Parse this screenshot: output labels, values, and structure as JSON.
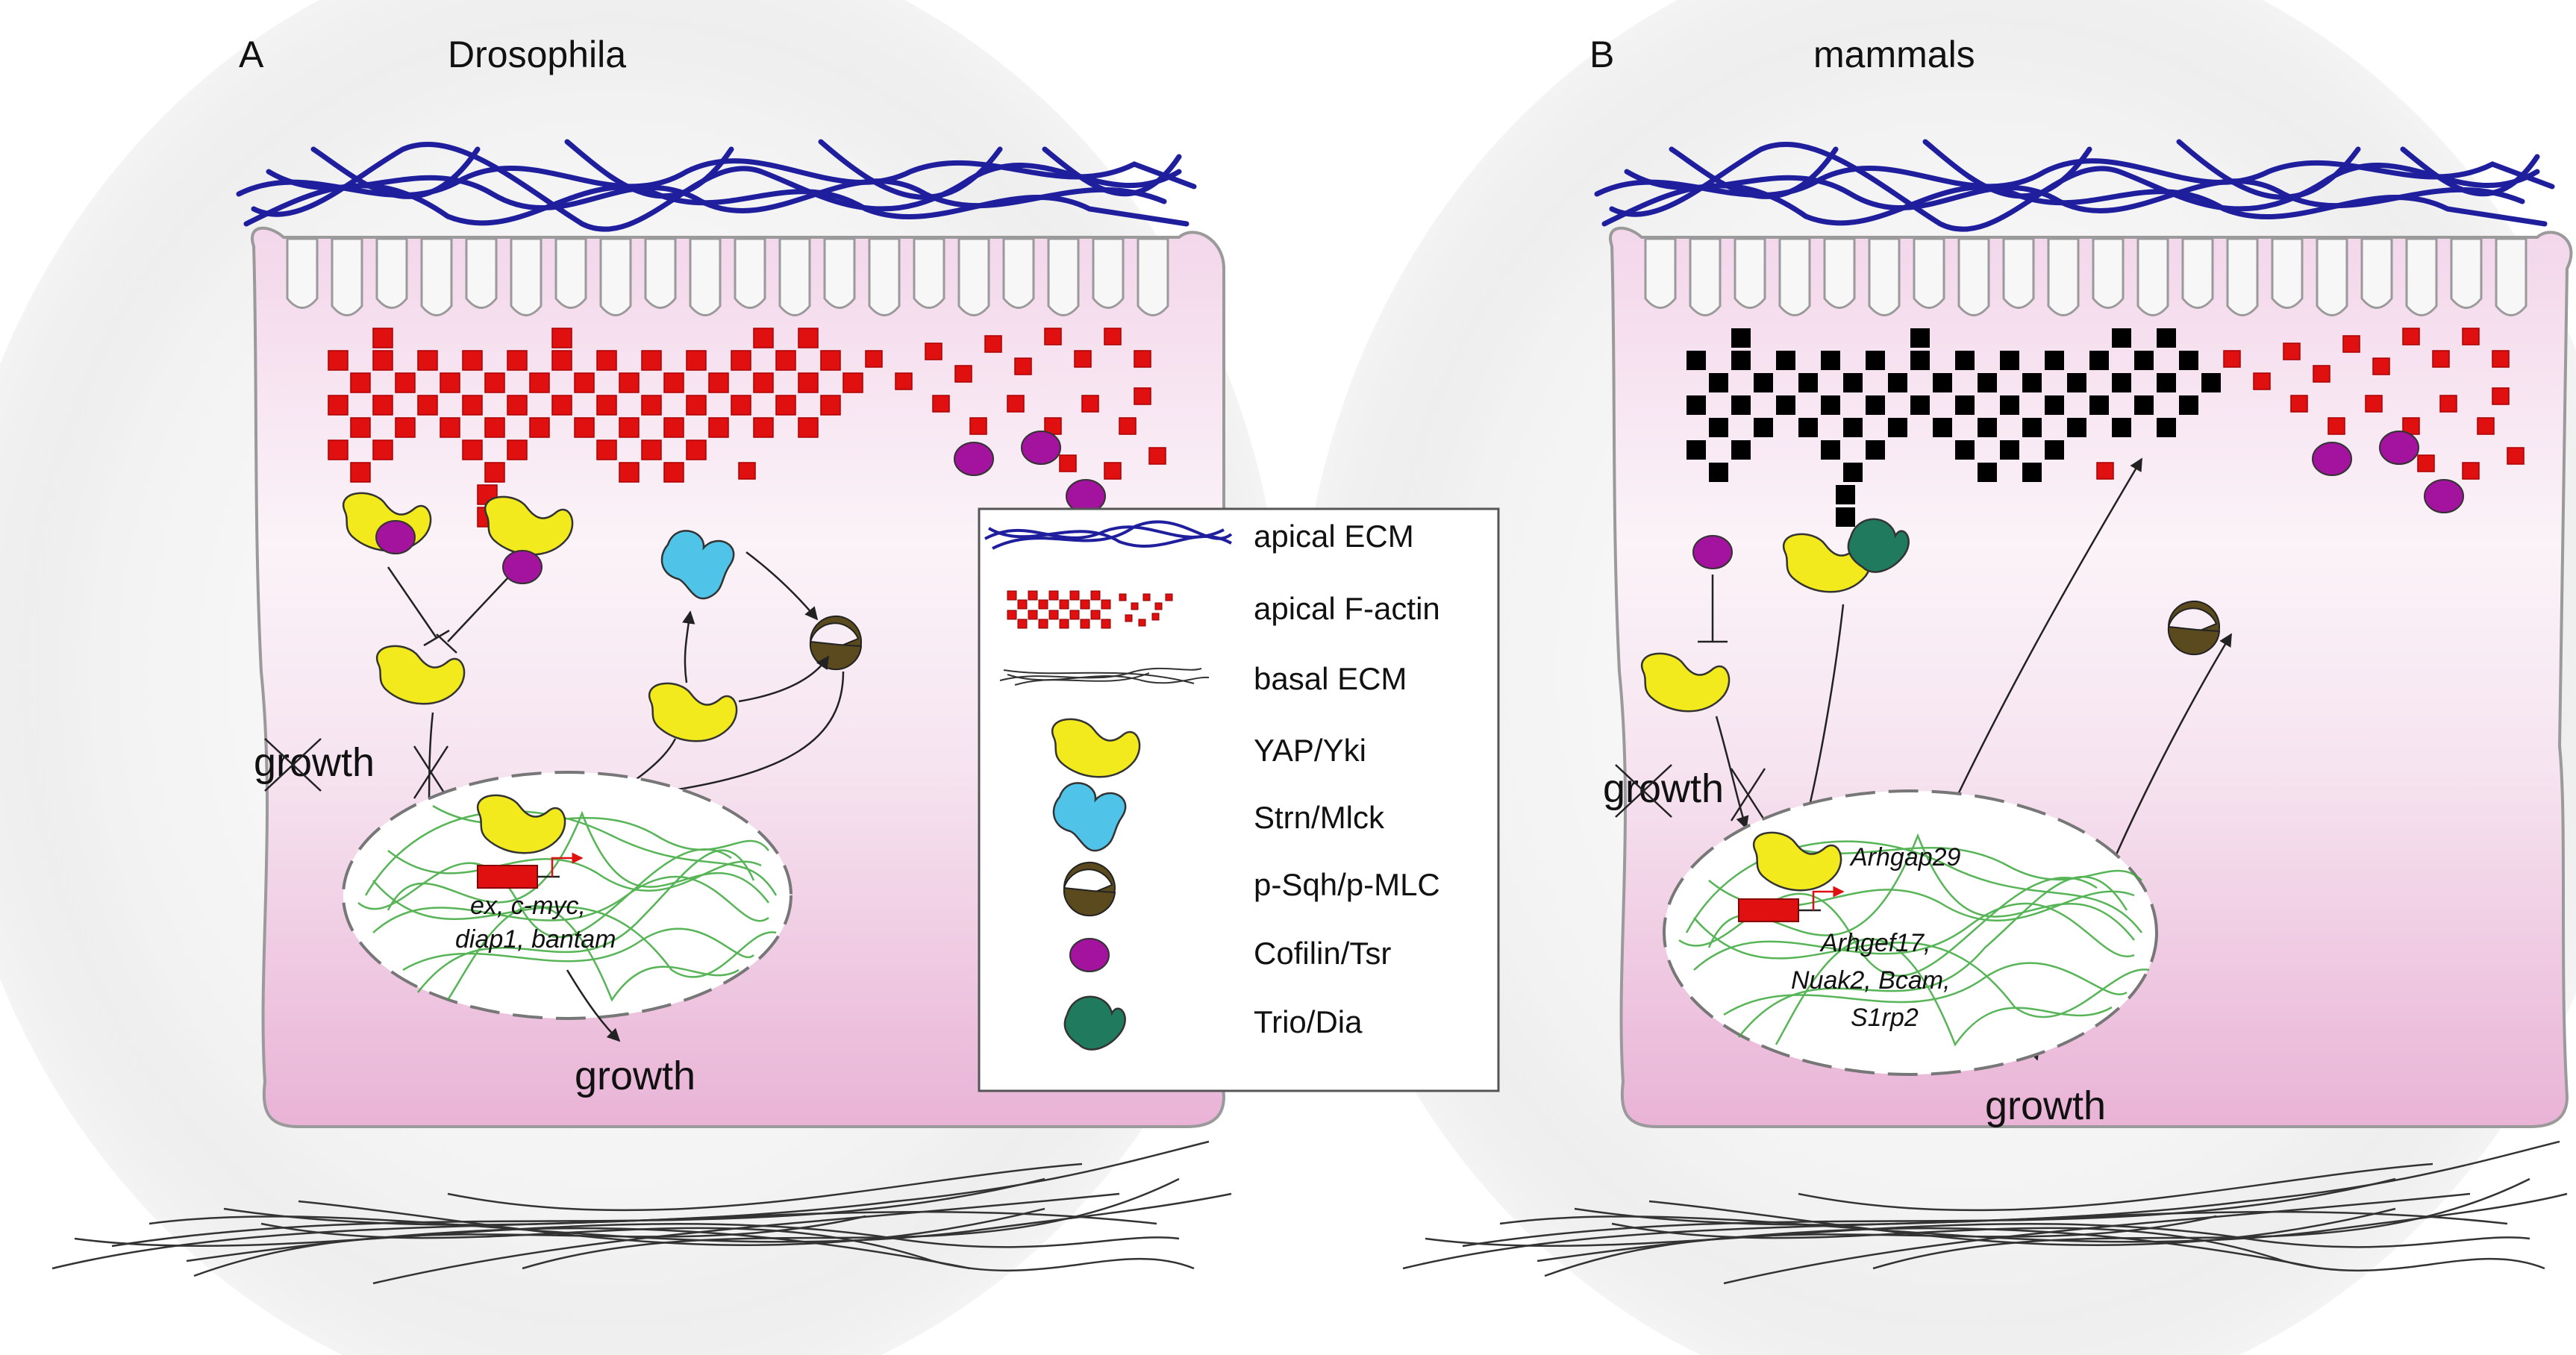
{
  "panels": {
    "a": {
      "label": "A",
      "title": "Drosophila",
      "growth_blocked": "growth",
      "growth": "growth",
      "genes": [
        "ex, c-myc,",
        "diap1, bantam"
      ]
    },
    "b": {
      "label": "B",
      "title": "mammals",
      "growth_blocked": "growth",
      "growth": "growth",
      "genes_top": "Arhgap29",
      "genes_bottom": [
        "Arhgef17,",
        "Nuak2, Bcam,",
        "S1rp2"
      ]
    }
  },
  "legend": {
    "items": [
      {
        "label": "apical ECM",
        "icon": "apical-ecm-icon"
      },
      {
        "label": "apical F-actin",
        "icon": "f-actin-icon"
      },
      {
        "label": "basal ECM",
        "icon": "basal-ecm-icon"
      },
      {
        "label": "YAP/Yki",
        "icon": "yap-yki-icon"
      },
      {
        "label": "Strn/Mlck",
        "icon": "strn-mlck-icon"
      },
      {
        "label": "p-Sqh/p-MLC",
        "icon": "p-sqh-icon"
      },
      {
        "label": "Cofilin/Tsr",
        "icon": "cofilin-icon"
      },
      {
        "label": "Trio/Dia",
        "icon": "trio-dia-icon"
      }
    ]
  },
  "colors": {
    "apical_ecm": "#1f1f9e",
    "f_actin": "#e01010",
    "yap_yki": "#f2ea1c",
    "strn_mlck": "#4fc3e8",
    "p_sqh": "#5a4a1e",
    "cofilin": "#a3139e",
    "trio_dia": "#1f7a5e",
    "nucleus_fiber": "#3aa83a",
    "cell_pink": "#eab8d8"
  }
}
